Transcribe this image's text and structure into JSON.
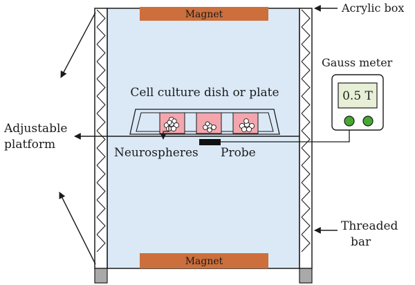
{
  "diagram": {
    "magnet_top": "Magnet",
    "magnet_bottom": "Magnet",
    "acrylic_box": "Acrylic box",
    "gauss_meter": "Gauss meter",
    "gauss_reading": "0.5 T",
    "dish": "Cell culture dish or plate",
    "adjustable_1": "Adjustable",
    "adjustable_2": "platform",
    "neurospheres": "Neurospheres",
    "probe": "Probe",
    "threaded_1": "Threaded",
    "threaded_2": "bar"
  },
  "colors": {
    "box_fill": "#dbe9f7",
    "magnet": "#cc6f3c",
    "well": "#f3a6ad",
    "lcd": "#e7f0d6",
    "knob": "#46a832",
    "base": "#a9a9a9",
    "line": "#1a1a1a"
  }
}
